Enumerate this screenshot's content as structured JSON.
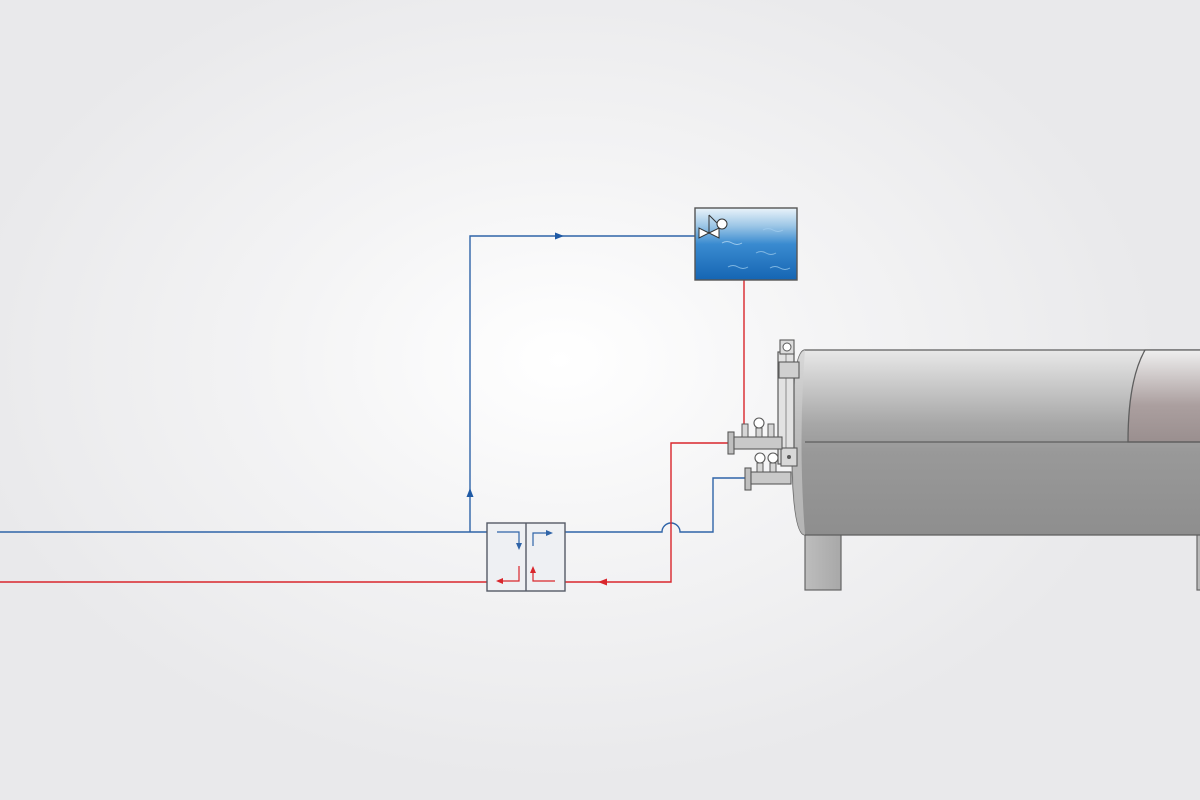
{
  "diagram": {
    "type": "hydraulic-schematic",
    "components": [
      {
        "id": "expansion-tank",
        "kind": "tank with float valve"
      },
      {
        "id": "hydraulic-separator",
        "kind": "low-loss header"
      },
      {
        "id": "boiler",
        "kind": "horizontal boiler"
      }
    ],
    "lines": [
      {
        "id": "supply-line",
        "medium": "cold"
      },
      {
        "id": "return-line",
        "medium": "hot"
      },
      {
        "id": "make-up-line",
        "medium": "cold"
      },
      {
        "id": "tank-outlet-line",
        "medium": "hot"
      }
    ]
  },
  "colors": {
    "cold": "#2f64a8",
    "hot": "#d9262c",
    "water": "#2a7fc8",
    "equipment": "#8e8e8e",
    "outline": "#555555"
  }
}
